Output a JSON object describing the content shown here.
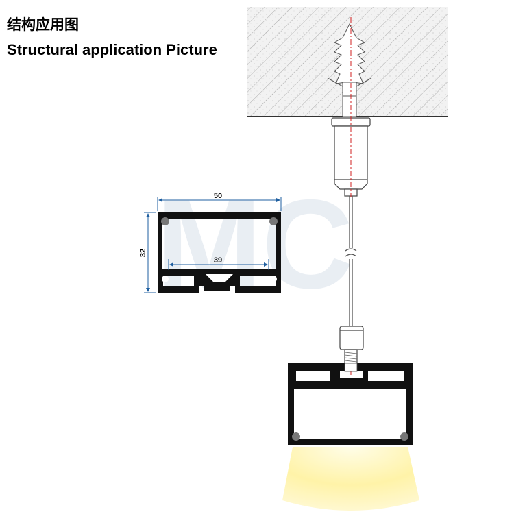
{
  "title_cn": "结构应用图",
  "title_en": "Structural application Picture",
  "dimensions": {
    "width": "50",
    "height": "32",
    "inner_width": "39"
  },
  "watermark": "MC",
  "colors": {
    "profile": "#111111",
    "ceiling_fill": "#efefef",
    "dimension_line": "#1f5fa0",
    "center_line": "#d22020",
    "light": "#fff6b8"
  }
}
